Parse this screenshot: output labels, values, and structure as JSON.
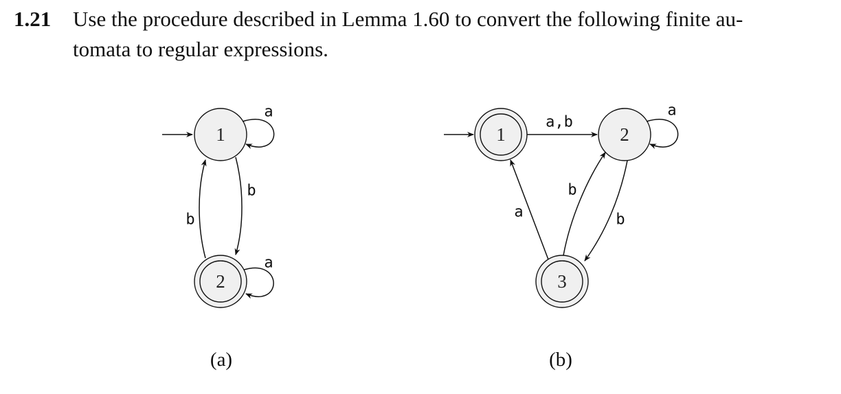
{
  "problem": {
    "number": "1.21",
    "line1": "Use the procedure described in Lemma 1.60 to convert the following finite au-",
    "line2": "tomata to regular expressions."
  },
  "automaton_a": {
    "caption": "(a)",
    "states": {
      "s1": {
        "label": "1"
      },
      "s2": {
        "label": "2"
      }
    },
    "labels": {
      "loop1": "a",
      "e12": "b",
      "e21": "b",
      "loop2": "a"
    }
  },
  "automaton_b": {
    "caption": "(b)",
    "states": {
      "s1": {
        "label": "1"
      },
      "s2": {
        "label": "2"
      },
      "s3": {
        "label": "3"
      }
    },
    "labels": {
      "e12": "a,b",
      "loop2": "a",
      "e23": "b",
      "e32": "b",
      "e31": "a"
    }
  }
}
